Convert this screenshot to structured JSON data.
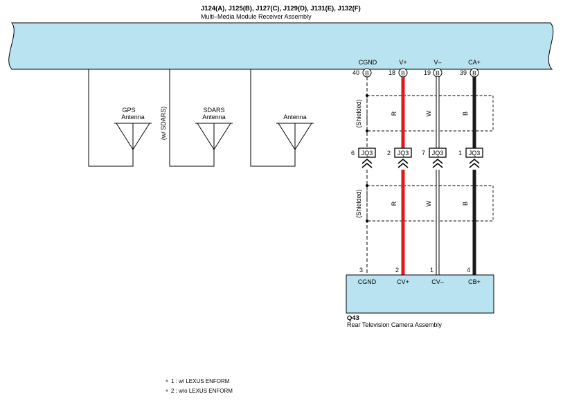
{
  "header": {
    "connectors": "J124(A), J125(B), J127(C), J129(D), J131(E), J132(F)",
    "assembly": "Multi–Media Module Receiver Assembly"
  },
  "receiver_pins": [
    {
      "name": "CGND",
      "pin": "40",
      "connector": "B"
    },
    {
      "name": "V+",
      "pin": "18",
      "connector": "B"
    },
    {
      "name": "V–",
      "pin": "19",
      "connector": "B"
    },
    {
      "name": "CA+",
      "pin": "39",
      "connector": "B"
    }
  ],
  "antennas": {
    "gps_line1": "GPS",
    "gps_line2": "Antenna",
    "sdars_line1": "SDARS",
    "sdars_line2": "Antenna",
    "sdars_condition": "(w/ SDARS)",
    "antenna": "Antenna"
  },
  "shield_label": "(Shielded)",
  "wire_colors": {
    "v_plus": "R",
    "v_minus": "W",
    "ca_plus": "B"
  },
  "junction": {
    "name": "JQ3",
    "pins": [
      "6",
      "2",
      "7",
      "1"
    ]
  },
  "camera_pins": [
    {
      "pin": "3",
      "name": "CGND"
    },
    {
      "pin": "2",
      "name": "CV+"
    },
    {
      "pin": "1",
      "name": "CV–"
    },
    {
      "pin": "4",
      "name": "CB+"
    }
  ],
  "camera": {
    "code": "Q43",
    "name": "Rear Television Camera Assembly"
  },
  "notes": {
    "note1": "1 : w/ LEXUS ENFORM",
    "note2": "2 : w/o LEXUS ENFORM"
  },
  "colors": {
    "module_fill": "#b9e3f0",
    "red_wire": "#e0191d",
    "black_wire": "#1a1a1a"
  }
}
